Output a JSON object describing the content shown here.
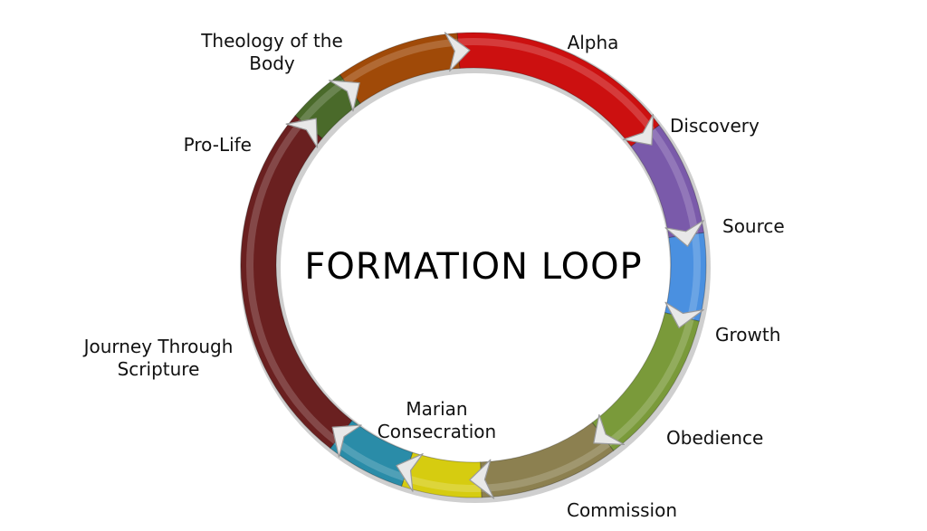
{
  "diagram": {
    "title": "FORMATION LOOP",
    "stages": [
      {
        "key": "alpha",
        "lines": [
          "Alpha"
        ],
        "color": "#cc1010"
      },
      {
        "key": "discovery",
        "lines": [
          "Discovery"
        ],
        "color": "#7a5aaa"
      },
      {
        "key": "source",
        "lines": [
          "Source"
        ],
        "color": "#4a90e0"
      },
      {
        "key": "growth",
        "lines": [
          "Growth"
        ],
        "color": "#7a9a3a"
      },
      {
        "key": "obedience",
        "lines": [
          "Obedience"
        ],
        "color": "#8c8050"
      },
      {
        "key": "commission",
        "lines": [
          "Commission"
        ],
        "color": "#d6cc10"
      },
      {
        "key": "marian-consecration",
        "lines": [
          "Marian",
          "Consecration"
        ],
        "color": "#2a8ca8"
      },
      {
        "key": "journey-through-scripture",
        "lines": [
          "Journey Through",
          "Scripture"
        ],
        "color": "#6a2020"
      },
      {
        "key": "pro-life",
        "lines": [
          "Pro-Life"
        ],
        "color": "#4a6a2a"
      },
      {
        "key": "theology-of-the-body",
        "lines": [
          "Theology of the",
          "Body"
        ],
        "color": "#a04a08"
      }
    ]
  }
}
